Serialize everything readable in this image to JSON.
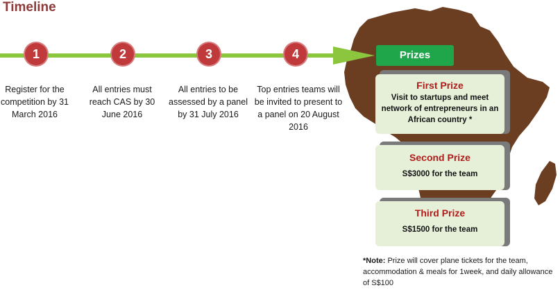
{
  "title": "Timeline",
  "colors": {
    "title": "#8c3a3a",
    "bar": "#8cc63f",
    "circle": "#c0393b",
    "header": "#1fa64b",
    "prize_bg": "#e6f0d8",
    "prize_title": "#b01b1b",
    "africa": "#6b3e22"
  },
  "steps": [
    {
      "number": "1",
      "text": "Register for the competition by 31 March 2016"
    },
    {
      "number": "2",
      "text": "All entries must reach CAS by 30 June 2016"
    },
    {
      "number": "3",
      "text": "All entries to be assessed by a panel by 31 July 2016"
    },
    {
      "number": "4",
      "text": "Top entries teams will be invited to present to a panel on 20 August 2016"
    }
  ],
  "prizes": {
    "header": "Prizes",
    "items": [
      {
        "title": "First Prize",
        "description": "Visit to startups and meet network of entrepreneurs in an African country *"
      },
      {
        "title": "Second Prize",
        "description": "S$3000 for the team"
      },
      {
        "title": "Third Prize",
        "description": "S$1500 for the team"
      }
    ]
  },
  "note": {
    "label": "*Note:",
    "text": "Prize will cover plane tickets for the team, accommodation & meals for 1week, and daily allowance of S$100"
  }
}
